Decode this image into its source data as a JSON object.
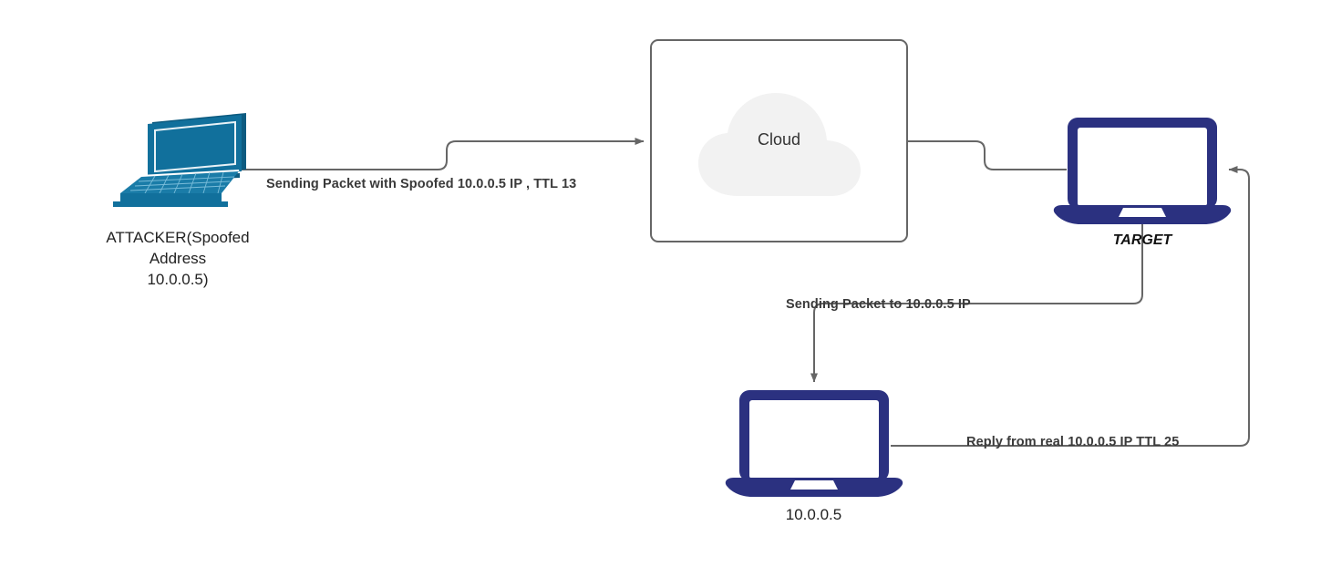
{
  "diagram": {
    "title": "IP Spoofing TTL Attack Diagram",
    "colors": {
      "attacker_laptop": "#11709c",
      "attacker_laptop_dark": "#0d5b80",
      "target_laptop": "#2b3180",
      "wire": "#666666",
      "cloud_fill": "#f2f2f2",
      "cloud_border": "#666666",
      "label_text": "#3a3a3a"
    },
    "nodes": [
      {
        "id": "attacker",
        "icon": "laptop-3d-icon",
        "label": "ATTACKER(Spoofed\nAddress\n10.0.0.5)"
      },
      {
        "id": "cloud",
        "icon": "cloud-icon",
        "label": "Cloud"
      },
      {
        "id": "target",
        "icon": "laptop-icon",
        "label": "TARGET"
      },
      {
        "id": "victim",
        "icon": "laptop-icon",
        "label": "10.0.0.5"
      }
    ],
    "connections": [
      {
        "id": "attacker-to-cloud",
        "from": "attacker",
        "to": "cloud",
        "label": "Sending Packet with Spoofed 10.0.0.5 IP , TTL 13",
        "arrow": true
      },
      {
        "id": "cloud-to-target",
        "from": "cloud",
        "to": "target",
        "label": "",
        "arrow": false
      },
      {
        "id": "target-to-victim",
        "from": "target",
        "to": "victim",
        "label": "Sending Packet to 10.0.0.5 IP",
        "arrow": true
      },
      {
        "id": "victim-to-target",
        "from": "victim",
        "to": "target",
        "label": "Reply from real 10.0.0.5 IP TTL 25",
        "arrow": true
      }
    ]
  }
}
